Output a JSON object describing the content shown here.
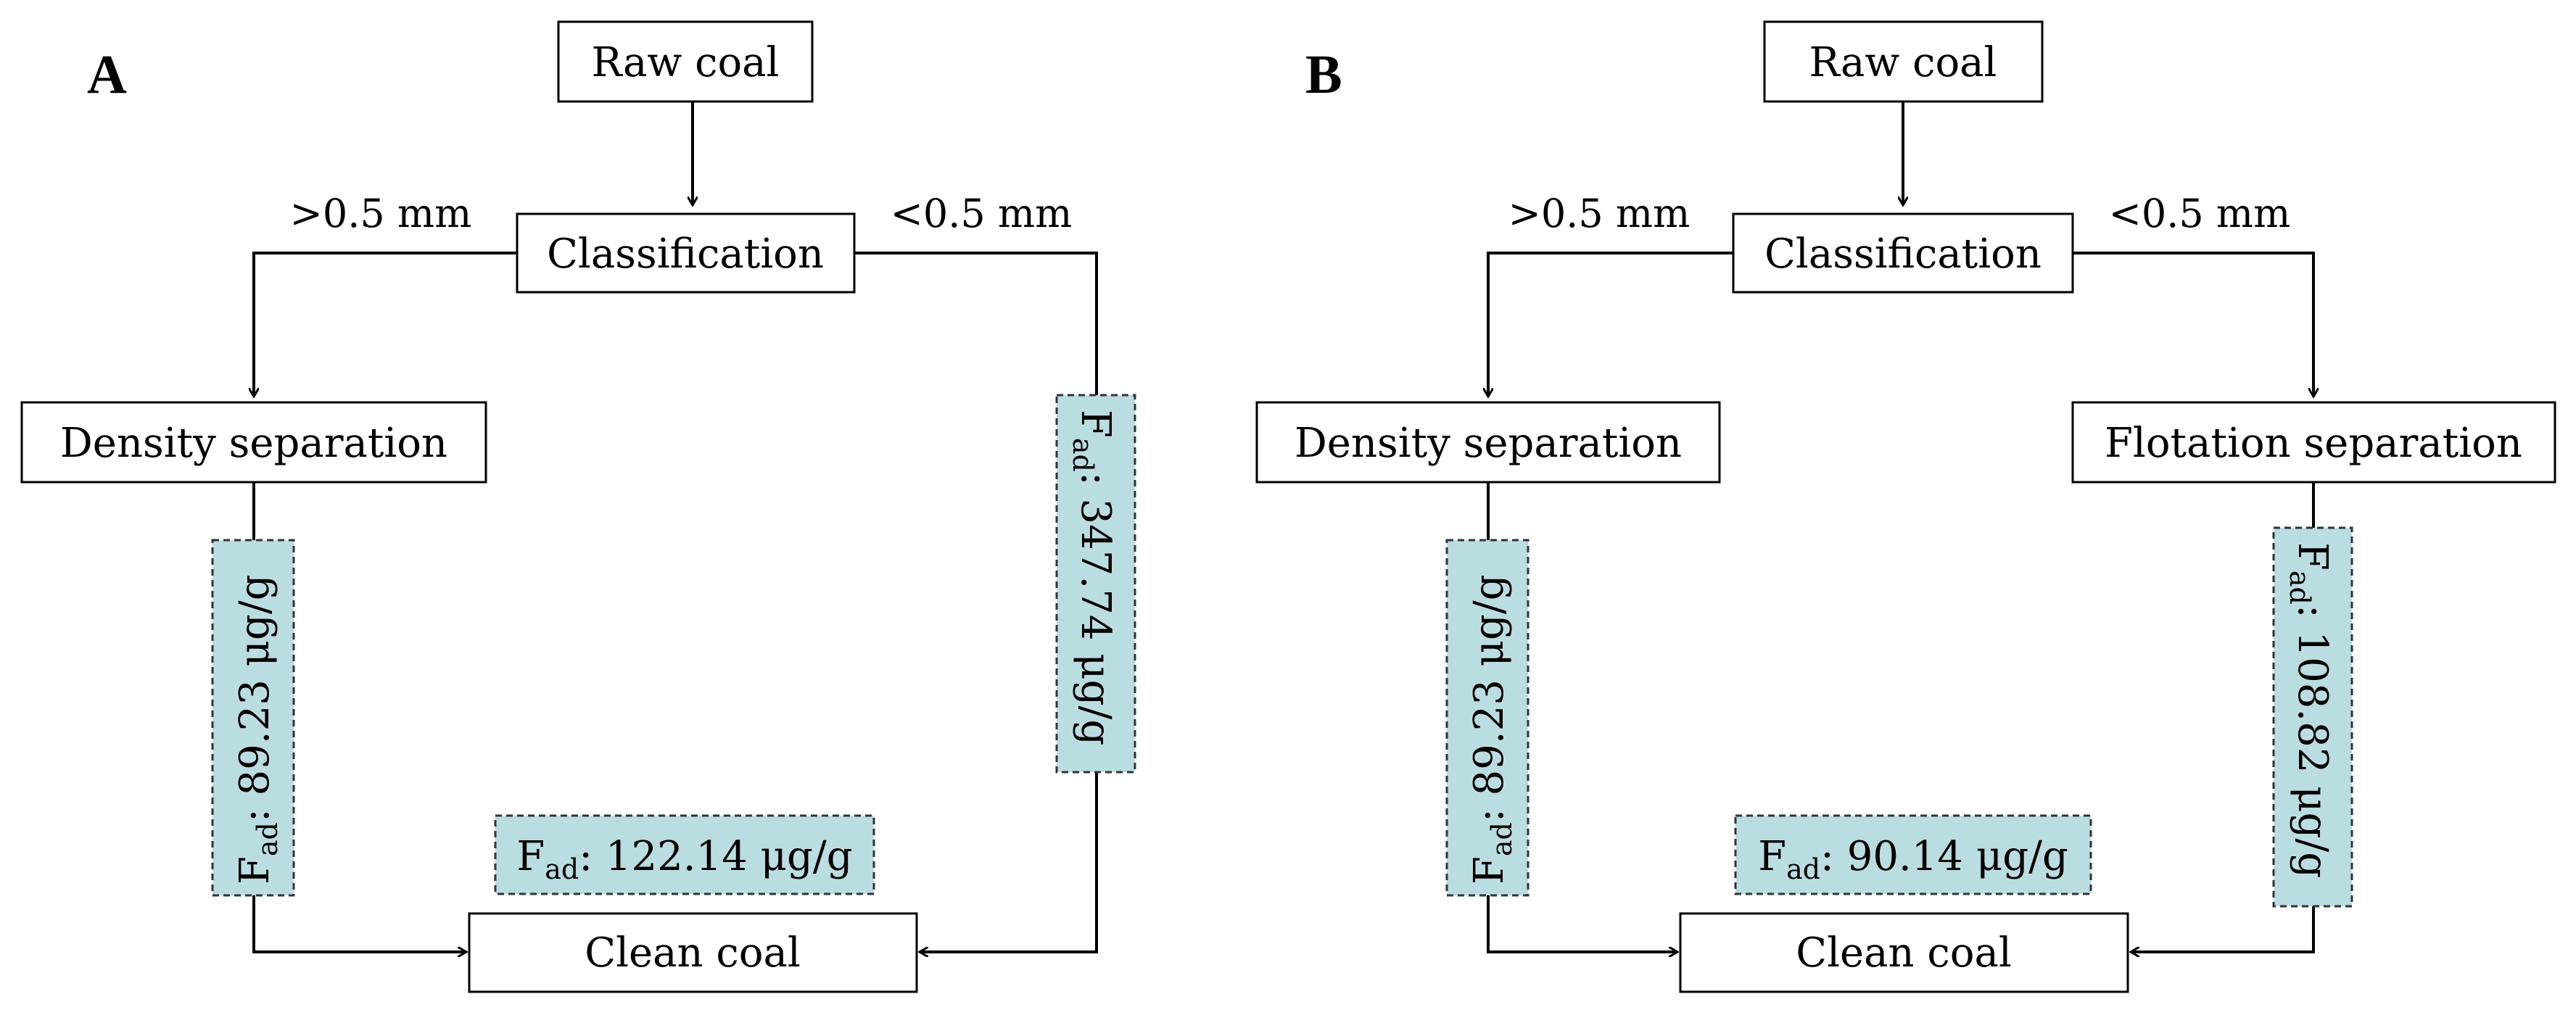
{
  "panel_a": {
    "label": "A",
    "raw_coal": "Raw coal",
    "classification": "Classification",
    "coarse_label": ">0.5 mm",
    "fine_label": "<0.5 mm",
    "density_separation": "Density separation",
    "clean_coal": "Clean coal",
    "fad_symbol": "F",
    "fad_subscript": "ad",
    "fad_density": ": 89.23 μg/g",
    "fad_fine": ": 347.74 μg/g",
    "fad_clean": ": 122.14 μg/g"
  },
  "panel_b": {
    "label": "B",
    "raw_coal": "Raw coal",
    "classification": "Classification",
    "coarse_label": ">0.5 mm",
    "fine_label": "<0.5 mm",
    "density_separation": "Density separation",
    "flotation_separation": "Flotation separation",
    "clean_coal": "Clean coal",
    "fad_symbol": "F",
    "fad_subscript": "ad",
    "fad_density": ": 89.23 μg/g",
    "fad_flotation": ": 108.82 μg/g",
    "fad_clean": ": 90.14 μg/g"
  }
}
